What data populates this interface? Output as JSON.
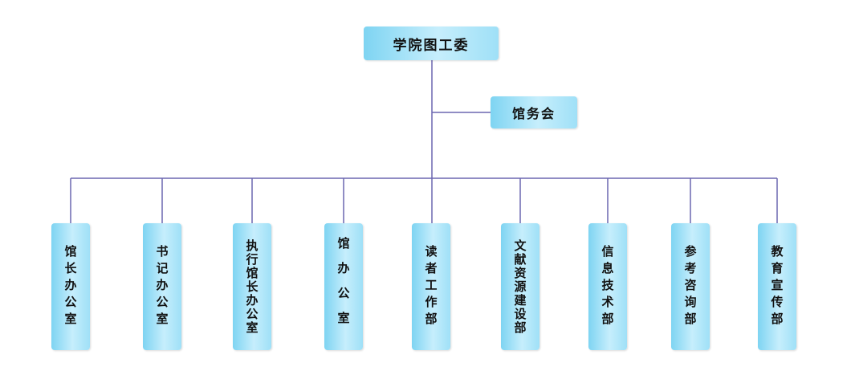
{
  "org_chart": {
    "top": {
      "label": "学院图工委"
    },
    "council": {
      "label": "馆务会"
    },
    "departments": [
      {
        "label": "馆长办公室"
      },
      {
        "label": "书记办公室"
      },
      {
        "label": "执行馆长办公室"
      },
      {
        "label": "馆办公室"
      },
      {
        "label": "读者工作部"
      },
      {
        "label": "文献资源建设部"
      },
      {
        "label": "信息技术部"
      },
      {
        "label": "参考咨询部"
      },
      {
        "label": "教育宣传部"
      }
    ]
  },
  "colors": {
    "connector": "#6b67b0",
    "box_fill_light": "#c6eefc",
    "box_fill_dark": "#7ed4f2"
  }
}
